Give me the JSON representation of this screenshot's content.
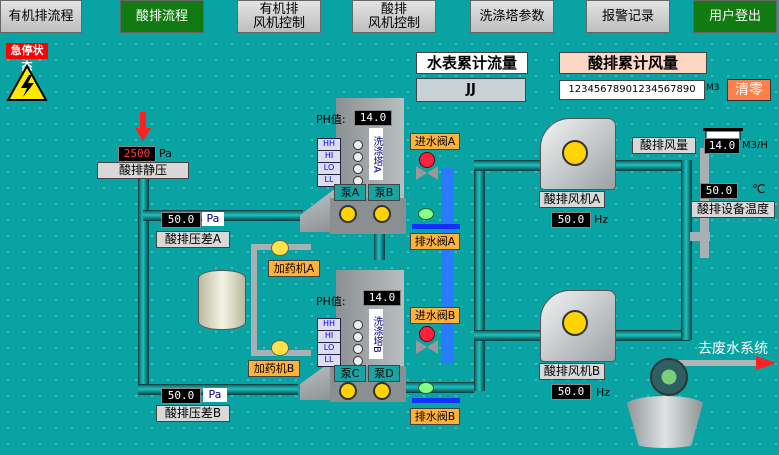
{
  "nav": {
    "tabs": [
      {
        "label": "有机排流程"
      },
      {
        "label": "酸排流程"
      },
      {
        "label": "有机排\n风机控制"
      },
      {
        "label": "酸排\n风机控制"
      },
      {
        "label": "洗涤塔参数"
      },
      {
        "label": "报警记录"
      },
      {
        "label": "用户登出"
      }
    ]
  },
  "emergency": {
    "label": "急停状态"
  },
  "water_flow": {
    "title": "水表累计流量",
    "value": "JJ"
  },
  "acid_air": {
    "title": "酸排累计风量",
    "value": "12345678901234567890",
    "unit": "M3",
    "clear_label": "清零"
  },
  "static_pressure": {
    "value": "2500",
    "unit": "Pa",
    "label": "酸排静压"
  },
  "diff_a": {
    "value": "50.0",
    "unit": "Pa",
    "label": "酸排压差A"
  },
  "diff_b": {
    "value": "50.0",
    "unit": "Pa",
    "label": "酸排压差B"
  },
  "tower_a": {
    "ph_label": "PH值:",
    "ph_value": "14.0",
    "name": "洗涤塔A",
    "pump1": "泵A",
    "pump2": "泵B",
    "levels": [
      "HH",
      "HI",
      "LO",
      "LL"
    ]
  },
  "tower_b": {
    "ph_label": "PH值:",
    "ph_value": "14.0",
    "name": "洗涤塔B",
    "pump1": "泵C",
    "pump2": "泵D",
    "levels": [
      "HH",
      "HI",
      "LO",
      "LL"
    ]
  },
  "valves": {
    "inlet_a": "进水阀A",
    "drain_a": "排水阀A",
    "inlet_b": "进水阀B",
    "drain_b": "排水阀B"
  },
  "dosing": {
    "a": "加药机A",
    "b": "加药机B"
  },
  "fan_a": {
    "label": "酸排风机A",
    "value": "50.0",
    "unit": "Hz"
  },
  "fan_b": {
    "label": "酸排风机B",
    "value": "50.0",
    "unit": "Hz"
  },
  "air_volume": {
    "label": "酸排风量",
    "value": "14.0",
    "unit": "M3/H"
  },
  "temperature": {
    "value": "50.0",
    "unit": "℃",
    "label": "酸排设备温度"
  },
  "waste_water": {
    "label": "去废水系统"
  },
  "colors": {
    "bg": "#0aa3a3",
    "emergency": "#ff0000",
    "nav_active": "#117a11",
    "label_orange": "#ffb23a"
  }
}
